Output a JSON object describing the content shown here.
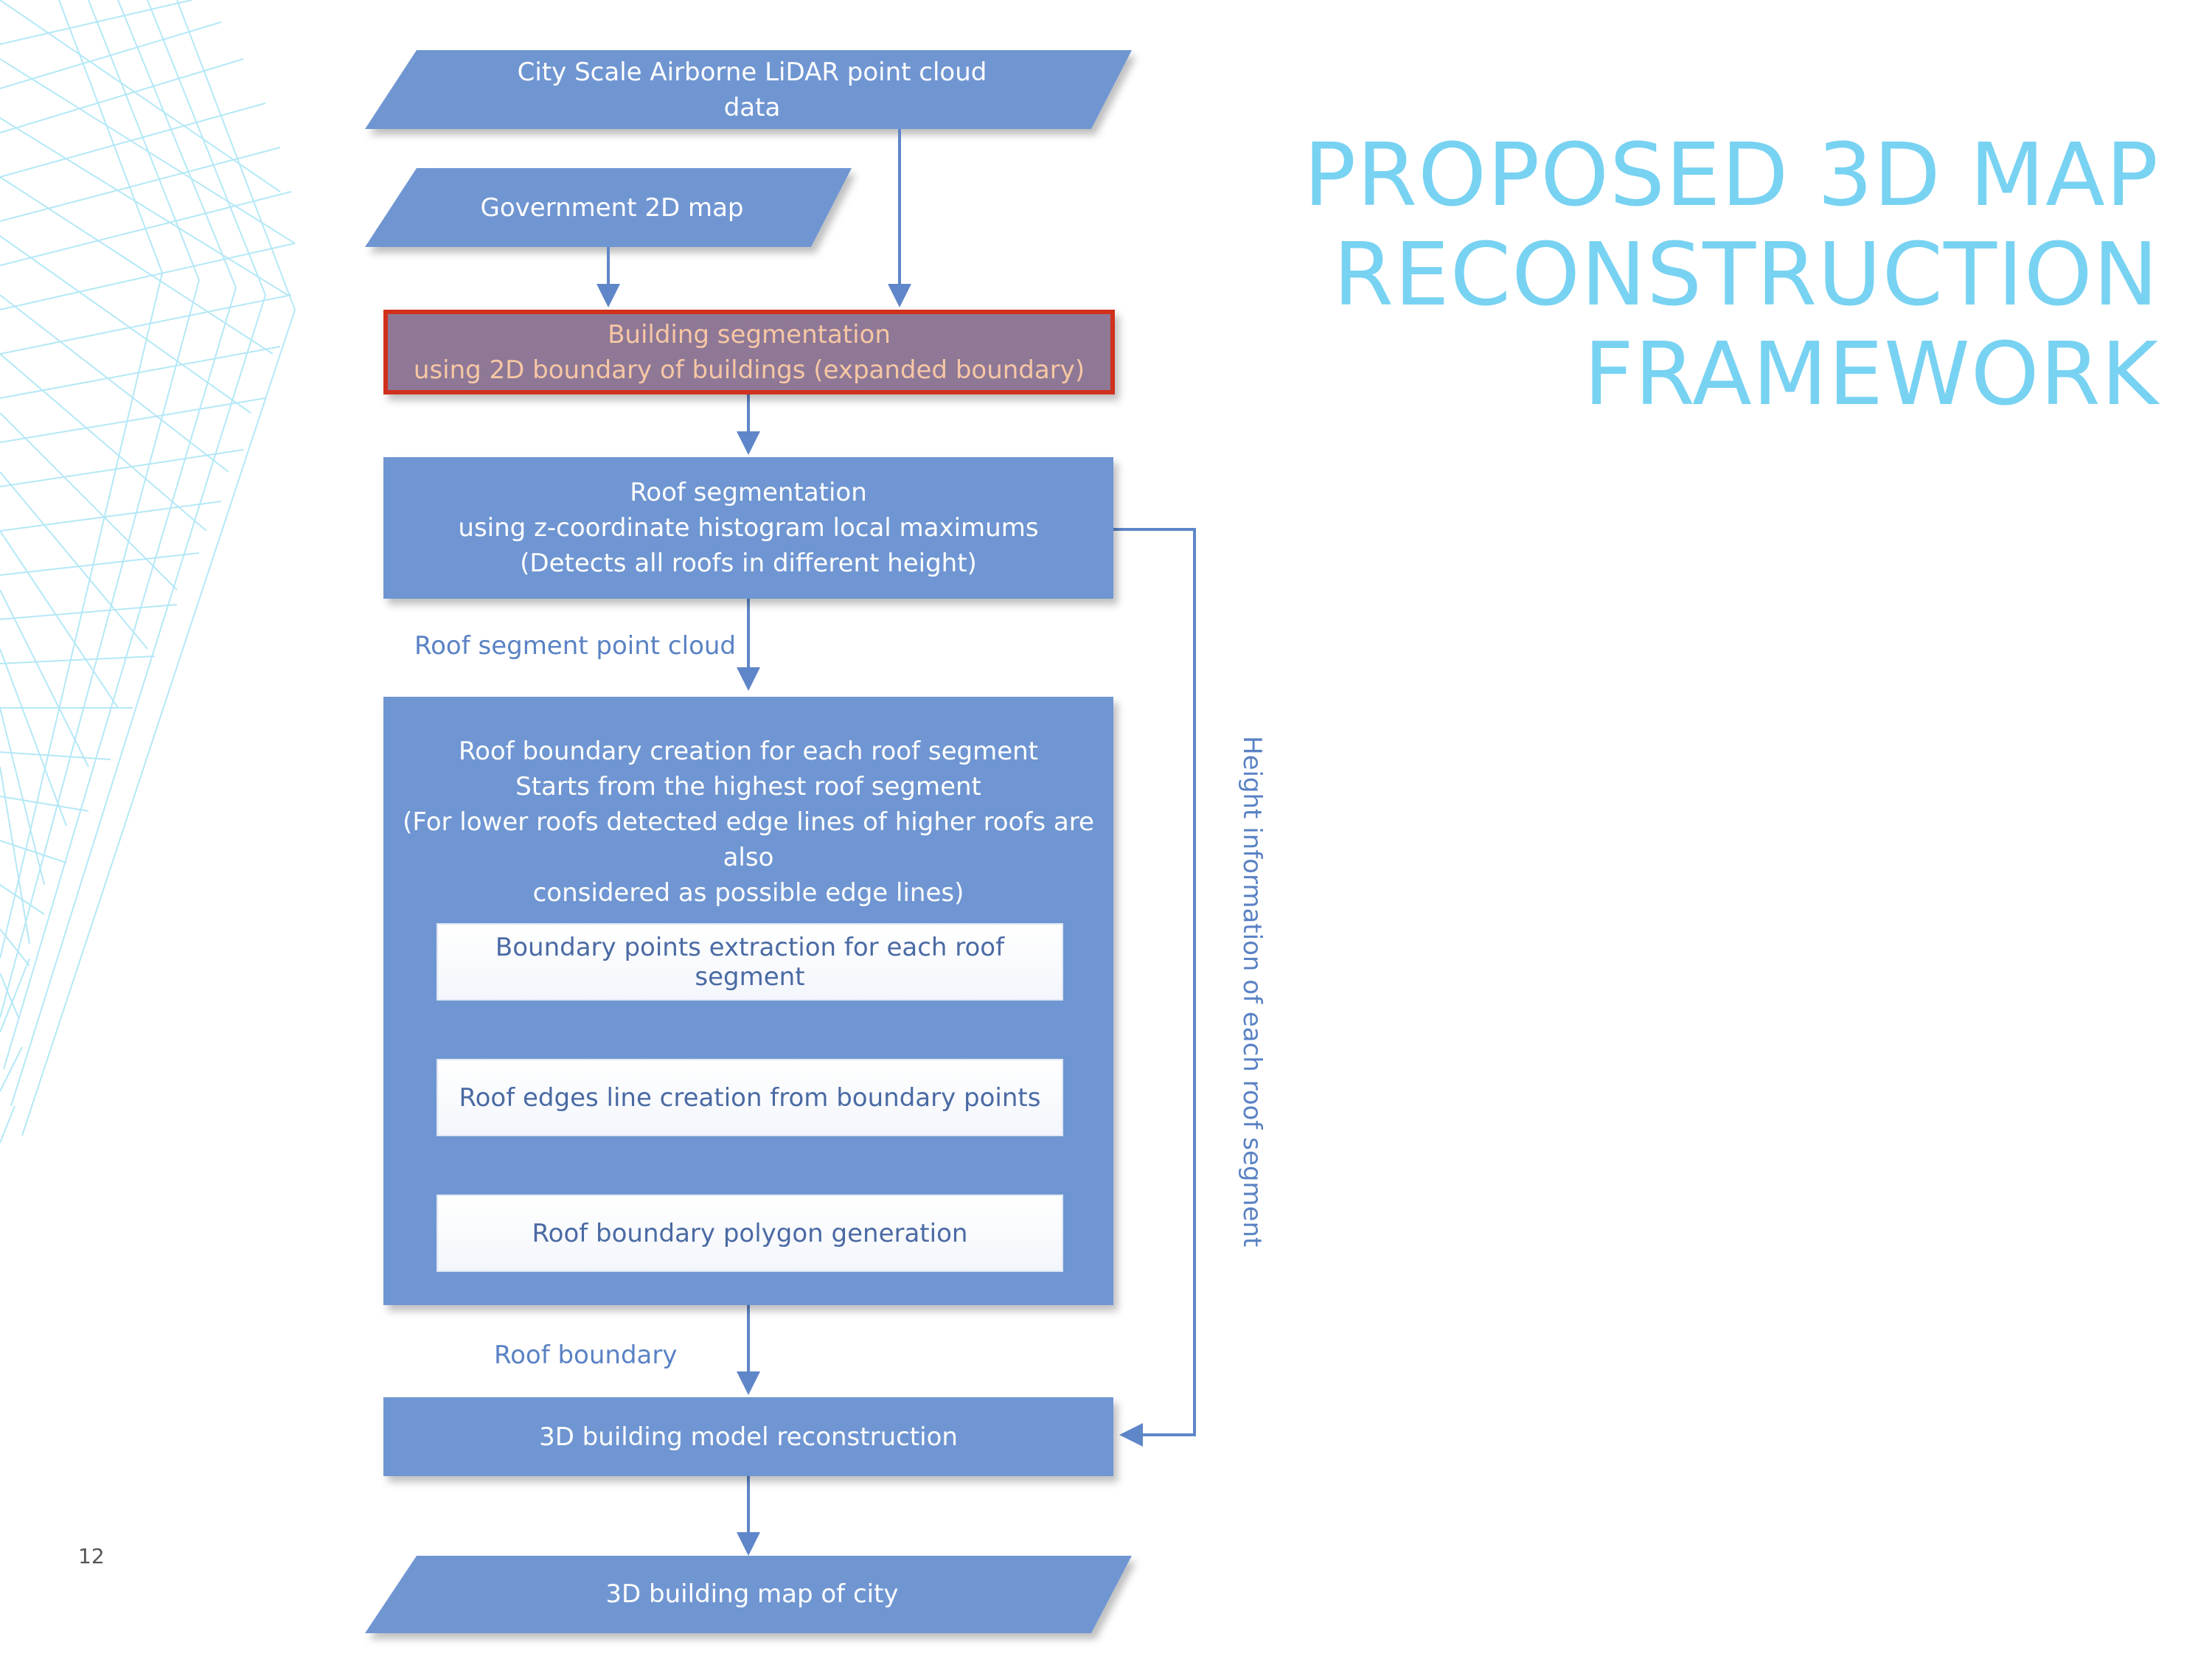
{
  "slide": {
    "title_lines": [
      "PROPOSED 3D MAP",
      "RECONSTRUCTION",
      "FRAMEWORK"
    ],
    "page_number": "12"
  },
  "flow": {
    "input_lidar": [
      "City Scale Airborne LiDAR point cloud",
      "data"
    ],
    "input_2d_map": "Government 2D map",
    "building_seg": [
      "Building segmentation",
      "using 2D boundary of buildings (expanded boundary)"
    ],
    "roof_seg": [
      "Roof segmentation",
      "using z-coordinate histogram local maximums",
      "(Detects all roofs in different height)"
    ],
    "label_roof_cloud": "Roof segment point cloud",
    "roof_boundary_creation": [
      "Roof boundary creation for each roof segment",
      "Starts from the highest roof segment",
      "(For lower roofs detected edge lines of higher roofs are also",
      "considered as possible edge lines)"
    ],
    "step_boundary_points": "Boundary points extraction for each roof segment",
    "step_edge_lines": "Roof edges line creation from boundary points",
    "step_polygon": "Roof boundary polygon generation",
    "label_roof_boundary": "Roof boundary",
    "model_reconstruction": "3D building model reconstruction",
    "label_height_info": "Height information of each roof segment",
    "output_map": "3D building map of city"
  },
  "colors": {
    "box_fill": "#6f96d2",
    "highlight_fill": "#8e7896",
    "highlight_border": "#d0301c",
    "highlight_text": "#f7c7a4",
    "label_text": "#5a82c4",
    "title": "#78d2f2"
  }
}
